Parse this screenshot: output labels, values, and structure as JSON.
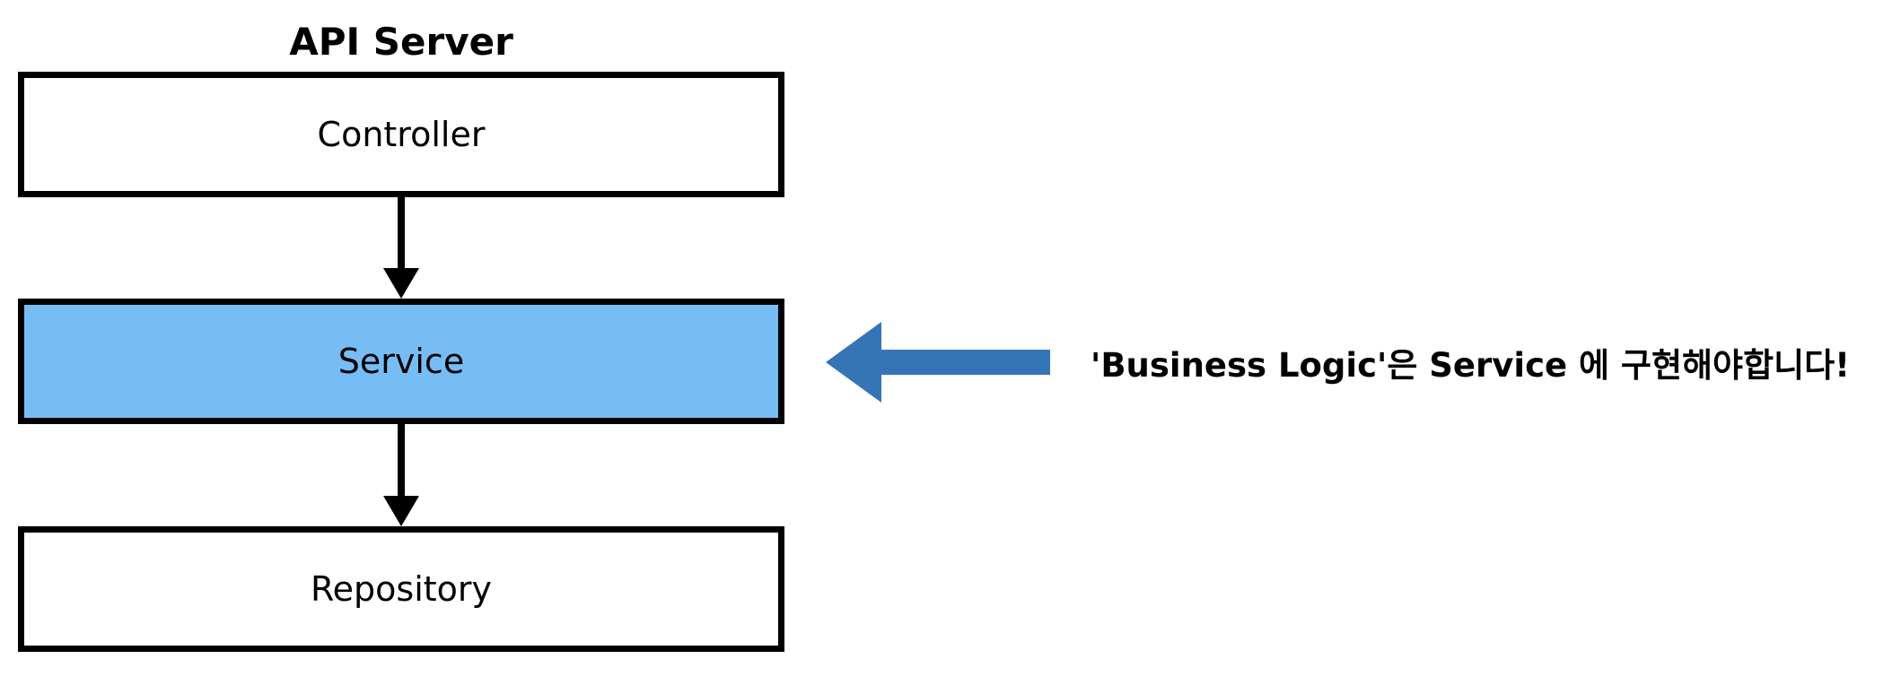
{
  "diagram": {
    "title": "API Server",
    "layers": {
      "controller": "Controller",
      "service": "Service",
      "repository": "Repository"
    },
    "note": "'Business Logic'은 Service 에 구현해야합니다!",
    "colors": {
      "service_fill": "#76bdf6",
      "pointer_arrow": "#3575b7",
      "stroke": "#000000"
    }
  }
}
